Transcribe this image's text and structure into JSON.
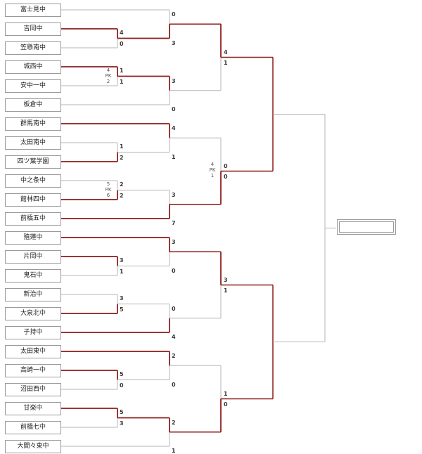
{
  "teams": [
    "富士見中",
    "吉岡中",
    "笠懸南中",
    "城西中",
    "安中一中",
    "板倉中",
    "群馬南中",
    "太田南中",
    "四ツ葉学園",
    "中之条中",
    "館林四中",
    "前橋五中",
    "殖蓮中",
    "片岡中",
    "鬼石中",
    "新治中",
    "大泉北中",
    "子持中",
    "太田東中",
    "高崎一中",
    "沼田西中",
    "甘楽中",
    "前橋七中",
    "大間々東中"
  ],
  "scores": {
    "r1": [
      [
        "4",
        "0"
      ],
      [
        "1",
        "1"
      ],
      [
        "1",
        "2"
      ],
      [
        "2",
        "2"
      ],
      [
        "3",
        "1"
      ],
      [
        "3",
        "5"
      ],
      [
        "5",
        "0"
      ],
      [
        "5",
        "3"
      ]
    ],
    "r2": [
      [
        "0",
        "3"
      ],
      [
        "3",
        "0"
      ],
      [
        "4",
        "1"
      ],
      [
        "3",
        "7"
      ],
      [
        "3",
        "0"
      ],
      [
        "0",
        "4"
      ],
      [
        "2",
        "0"
      ],
      [
        "2",
        "1"
      ]
    ],
    "qf": [
      [
        "4",
        "1"
      ],
      [
        "0",
        "0"
      ],
      [
        "3",
        "1"
      ],
      [
        "1",
        "0"
      ]
    ]
  },
  "pk": {
    "r1_1": {
      "top": "4",
      "label": "PK",
      "bottom": "2"
    },
    "r1_3": {
      "top": "5",
      "label": "PK",
      "bottom": "6"
    },
    "qf_1": {
      "top": "4",
      "label": "PK",
      "bottom": "1"
    }
  },
  "colors": {
    "winner": "#8b1a1a",
    "loser": "#b4b4b4"
  },
  "champion": ""
}
